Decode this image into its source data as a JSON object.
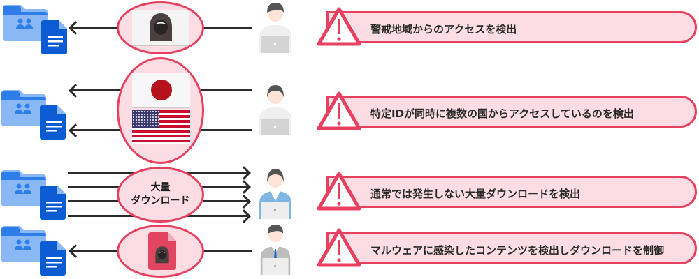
{
  "colors": {
    "alert_red": "#e8405f",
    "alert_fill": "#fbdde3",
    "folder_light": "#8ab8f5",
    "folder_dark": "#2e7de9",
    "doc_blue": "#0b5bd3",
    "arrow": "#2b2b2b"
  },
  "rows": [
    {
      "id": "restricted-region",
      "oval_content": "hacker-flag-icon",
      "alert": {
        "icon": "warning-icon",
        "text": "警戒地域からのアクセスを検出"
      }
    },
    {
      "id": "multi-country",
      "oval_content": [
        "japan-flag-icon",
        "usa-flag-icon"
      ],
      "alert": {
        "icon": "warning-icon",
        "text": "特定IDが同時に複数の国からアクセスしているのを検出"
      }
    },
    {
      "id": "mass-download",
      "oval_label_line1": "大量",
      "oval_label_line2": "ダウンロード",
      "alert": {
        "icon": "warning-icon",
        "text": "通常では発生しない大量ダウンロードを検出"
      }
    },
    {
      "id": "malware",
      "oval_content": "malware-file-icon",
      "alert": {
        "icon": "warning-icon",
        "text": "マルウェアに感染したコンテンツを検出しダウンロードを制御"
      }
    }
  ]
}
